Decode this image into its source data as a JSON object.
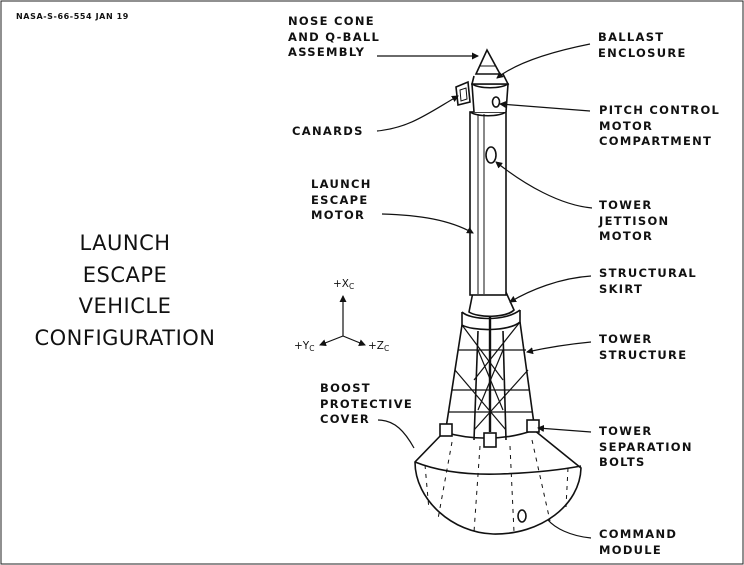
{
  "doc_id": "NASA-S-66-554 JAN 19",
  "title_lines": [
    "LAUNCH",
    "ESCAPE",
    "VEHICLE",
    "CONFIGURATION"
  ],
  "axes": {
    "x_prefix": "+X",
    "x_sub": "C",
    "y_prefix": "+Y",
    "y_sub": "C",
    "z_prefix": "+Z",
    "z_sub": "C"
  },
  "callouts": {
    "nose_cone": "NOSE CONE\nAND Q-BALL\nASSEMBLY",
    "canards": "CANARDS",
    "launch_escape_motor": "LAUNCH\nESCAPE\nMOTOR",
    "boost_protective_cover": "BOOST\nPROTECTIVE\nCOVER",
    "ballast_enclosure": "BALLAST\nENCLOSURE",
    "pitch_control": "PITCH CONTROL\nMOTOR\nCOMPARTMENT",
    "tower_jettison": "TOWER\nJETTISON\nMOTOR",
    "structural_skirt": "STRUCTURAL\nSKIRT",
    "tower_structure": "TOWER\nSTRUCTURE",
    "tower_separation": "TOWER\nSEPARATION\nBOLTS",
    "command_module": "COMMAND\nMODULE"
  }
}
